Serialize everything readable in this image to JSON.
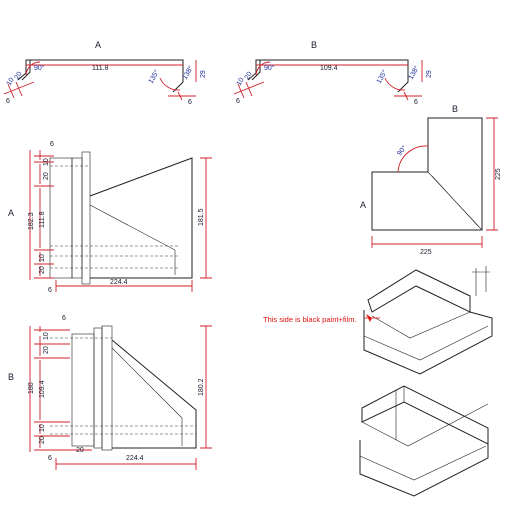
{
  "profiles": {
    "a": {
      "label": "A",
      "length": "111.8",
      "angle_left": "90°",
      "angle_right": "135°",
      "angle_right2": "138°",
      "dim_10": "10",
      "dim_20": "20",
      "dim_6": "6",
      "dim_29": "29",
      "dim_6b": "6"
    },
    "b": {
      "label": "B",
      "length": "109.4",
      "angle_left": "90°",
      "angle_right": "135°",
      "angle_right2": "138°",
      "dim_10": "10",
      "dim_20": "20",
      "dim_6": "6",
      "dim_29": "29",
      "dim_6b": "6"
    }
  },
  "panel_a": {
    "label": "A",
    "dims": {
      "top6": "6",
      "d20": "20",
      "d10": "10",
      "d111": "111.8",
      "d10b": "10",
      "d20b": "20",
      "d6b": "6",
      "total_left": "182.3",
      "right": "181.5",
      "bottom": "224.4"
    }
  },
  "panel_b": {
    "label": "B",
    "dims": {
      "top6": "6",
      "d20": "20",
      "d10": "10",
      "d109": "109.4",
      "d10b": "10",
      "d20b": "20",
      "d6b": "6",
      "total_left": "180",
      "right": "180.2",
      "bottom": "224.4",
      "d20c": "20"
    }
  },
  "corner": {
    "label_a": "A",
    "label_b": "B",
    "angle": "90°",
    "width": "225",
    "height": "225"
  },
  "note": "This side is black paint+film."
}
